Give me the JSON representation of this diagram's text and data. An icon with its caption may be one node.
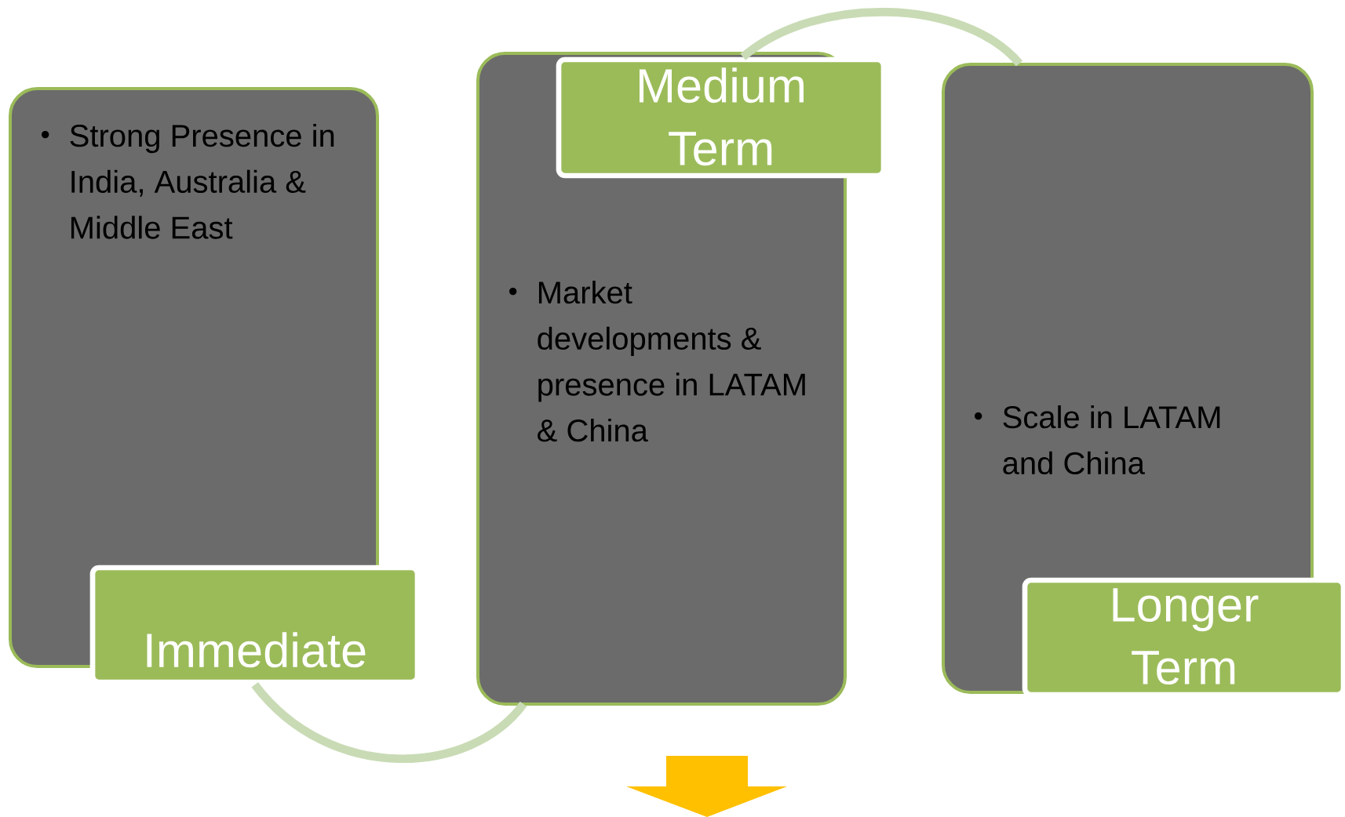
{
  "diagram": {
    "nodes": [
      {
        "text": [
          "Strong Presence in India, Australia & Middle East"
        ]
      },
      {
        "text": [
          "Immediate"
        ]
      },
      {
        "text": [
          "Market developments & presence in LATAM & China"
        ]
      },
      {
        "text": [
          "Medium Term"
        ]
      },
      {
        "text": [
          "Scale in LATAM and China"
        ]
      },
      {
        "text": [
          "Longer Term"
        ]
      }
    ],
    "edges": [
      {
        "from": 1,
        "to": 2,
        "arrow": "none"
      },
      {
        "from": 3,
        "to": 4,
        "arrow": "none"
      }
    ]
  }
}
